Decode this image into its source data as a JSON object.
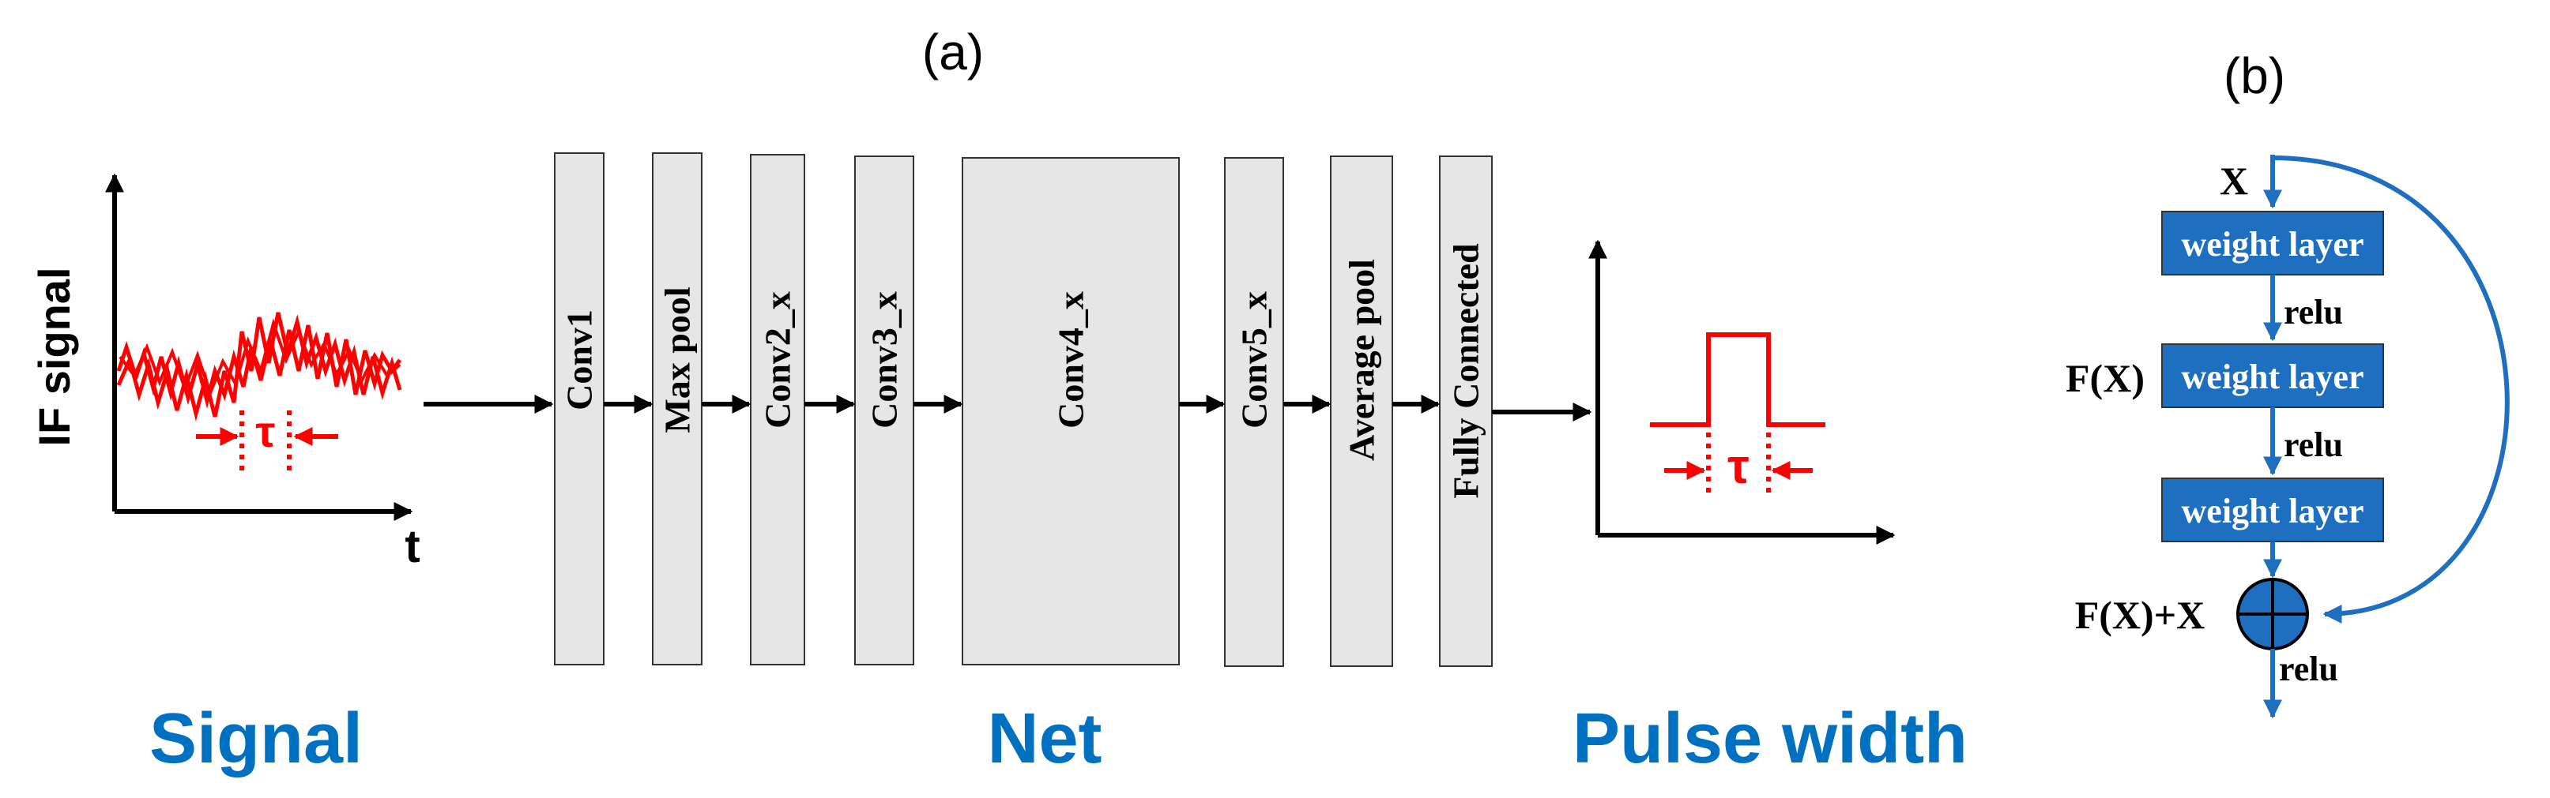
{
  "panel_a": {
    "label": "(a)",
    "signal_plot": {
      "ylabel": "IF signal",
      "xlabel": "t",
      "tau": "τ"
    },
    "net_layers": [
      "Conv1",
      "Max pool",
      "Conv2_x",
      "Conv3_x",
      "Conv4_x",
      "Conv5_x",
      "Average pool",
      "Fully Connected"
    ],
    "pulse_plot": {
      "tau": "τ"
    },
    "section_titles": {
      "signal": "Signal",
      "net": "Net",
      "pulse": "Pulse width"
    }
  },
  "panel_b": {
    "label": "(b)",
    "input": "X",
    "weight_layers": [
      "weight layer",
      "weight layer",
      "weight layer"
    ],
    "activations": [
      "relu",
      "relu",
      "relu"
    ],
    "fx": "F(X)",
    "sum": "F(X)+X"
  },
  "colors": {
    "signal_red": "#ff0000",
    "resnet_blue": "#1e6fc0",
    "title_blue": "#0070c0",
    "layer_gray": "#e6e6e6"
  }
}
